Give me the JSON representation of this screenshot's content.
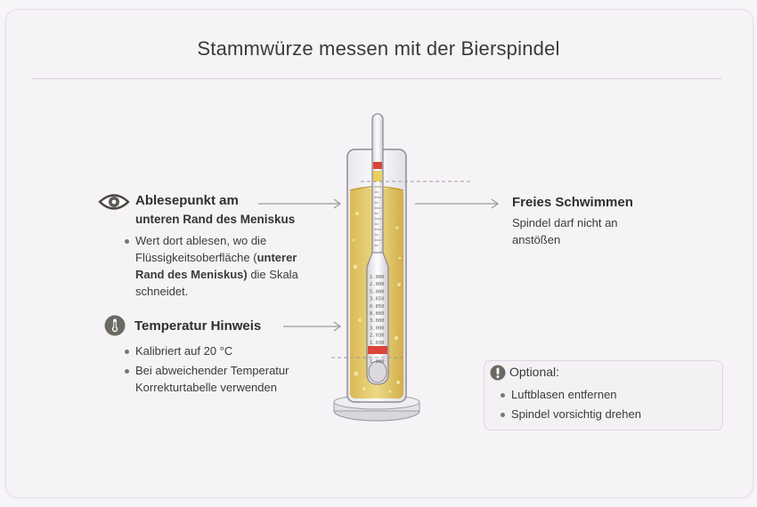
{
  "title": "Stammwürze messen mit der Bierspindel",
  "reading_point": {
    "heading_line1": "Ablesepunkt am",
    "heading_line2": "unteren Rand des Meniskus",
    "bullet_part1": "Wert dort ablesen, wo die",
    "bullet_part2": "Flüssigkeitsoberfläche (",
    "bullet_bold1": "unterer",
    "bullet_bold2": "Rand des Meniskus)",
    "bullet_part3": " die Skala",
    "bullet_part4": "schneidet."
  },
  "temperature": {
    "heading": "Temperatur Hinweis",
    "bullet1": "Kalibriert auf 20 °C",
    "bullet2_line1": "Bei abweichender Temperatur",
    "bullet2_line2": "Korrekturtabelle verwenden"
  },
  "floating": {
    "heading": "Freies Schwimmen",
    "text_line1": "Spindel darf nicht an",
    "text_line2": "anstößen"
  },
  "optional": {
    "heading": "Optional:",
    "bullet1": "Luftblasen entfernen",
    "bullet2": "Spindel vorsichtig drehen"
  },
  "scale_labels": [
    "1.000",
    "2.000",
    "5.000",
    "3.650",
    "6.850",
    "8.800",
    "3.000",
    "3.000",
    "2.030",
    "1.030"
  ],
  "scale_bottom_label": "1.000",
  "icons": {
    "eye": "eye-icon",
    "thermometer": "thermometer-icon",
    "info": "info-icon"
  },
  "colors": {
    "liquid": "#e6c860",
    "liquid_dark": "#c9a53a",
    "glass": "#c8c6cc",
    "red_band": "#d9453a",
    "accent_icon": "#6b6963"
  }
}
